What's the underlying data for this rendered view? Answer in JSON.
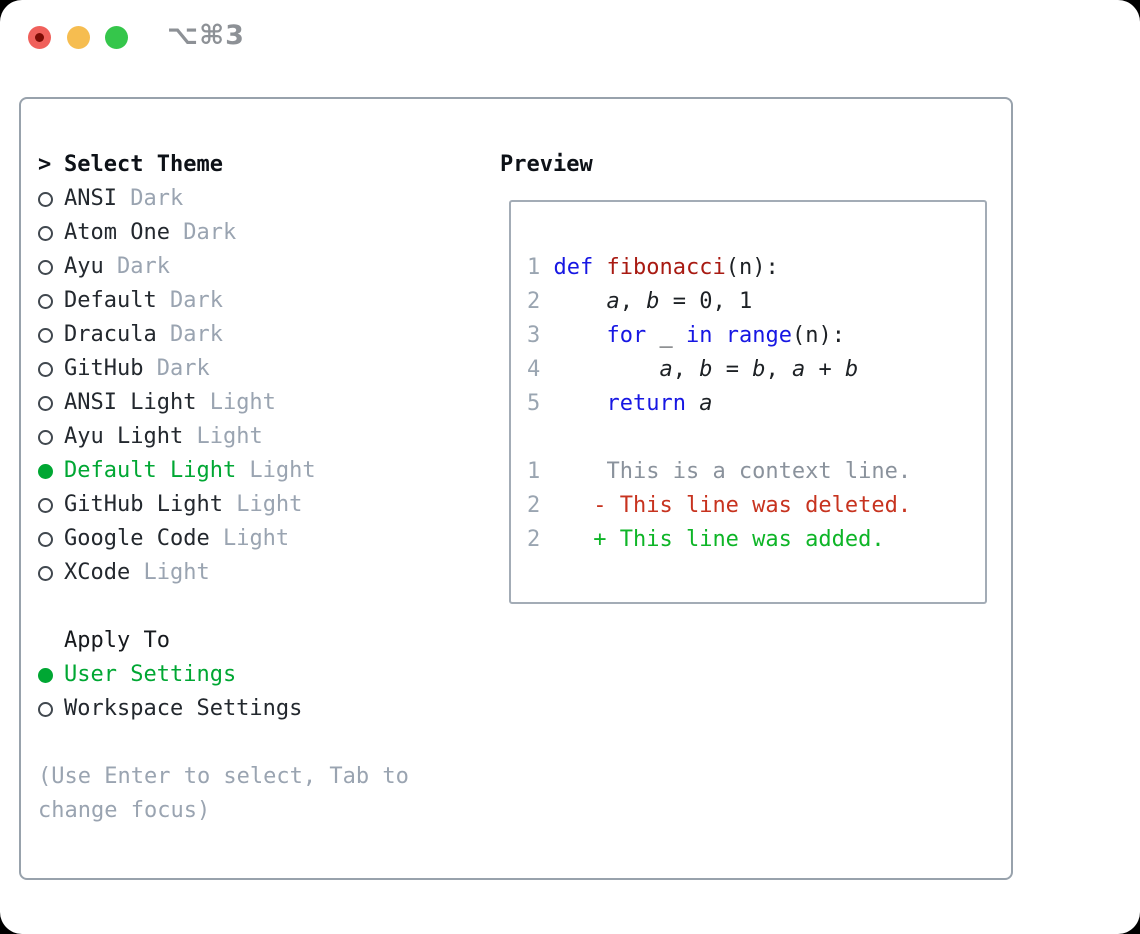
{
  "window": {
    "title": "⌥⌘3"
  },
  "theme_picker": {
    "prompt": ">",
    "header": "Select Theme",
    "themes": [
      {
        "name": "ANSI",
        "variant": "Dark",
        "selected": false
      },
      {
        "name": "Atom One",
        "variant": "Dark",
        "selected": false
      },
      {
        "name": "Ayu",
        "variant": "Dark",
        "selected": false
      },
      {
        "name": "Default",
        "variant": "Dark",
        "selected": false
      },
      {
        "name": "Dracula",
        "variant": "Dark",
        "selected": false
      },
      {
        "name": "GitHub",
        "variant": "Dark",
        "selected": false
      },
      {
        "name": "ANSI Light",
        "variant": "Light",
        "selected": false
      },
      {
        "name": "Ayu Light",
        "variant": "Light",
        "selected": false
      },
      {
        "name": "Default Light",
        "variant": "Light",
        "selected": true
      },
      {
        "name": "GitHub Light",
        "variant": "Light",
        "selected": false
      },
      {
        "name": "Google Code",
        "variant": "Light",
        "selected": false
      },
      {
        "name": "XCode",
        "variant": "Light",
        "selected": false
      }
    ]
  },
  "apply_to": {
    "header": "Apply To",
    "options": [
      {
        "name": "User Settings",
        "selected": true
      },
      {
        "name": "Workspace Settings",
        "selected": false
      }
    ]
  },
  "help_text": "(Use Enter to select, Tab to change focus)",
  "preview": {
    "header": "Preview",
    "lines": [
      [
        {
          "t": "1 ",
          "c": "num"
        },
        {
          "t": "def ",
          "c": "kw"
        },
        {
          "t": "fibonacci",
          "c": "fn"
        },
        {
          "t": "(n):",
          "c": "code"
        }
      ],
      [
        {
          "t": "2 ",
          "c": "num"
        },
        {
          "t": "    ",
          "c": "code"
        },
        {
          "t": "a",
          "c": "var"
        },
        {
          "t": ", ",
          "c": "code"
        },
        {
          "t": "b",
          "c": "var"
        },
        {
          "t": " = 0, 1",
          "c": "code"
        }
      ],
      [
        {
          "t": "3 ",
          "c": "num"
        },
        {
          "t": "    ",
          "c": "code"
        },
        {
          "t": "for",
          "c": "kw"
        },
        {
          "t": " _ ",
          "c": "code"
        },
        {
          "t": "in",
          "c": "kw"
        },
        {
          "t": " ",
          "c": "code"
        },
        {
          "t": "range",
          "c": "kw"
        },
        {
          "t": "(n):",
          "c": "code"
        }
      ],
      [
        {
          "t": "4 ",
          "c": "num"
        },
        {
          "t": "        ",
          "c": "code"
        },
        {
          "t": "a",
          "c": "var"
        },
        {
          "t": ", ",
          "c": "code"
        },
        {
          "t": "b",
          "c": "var"
        },
        {
          "t": " = ",
          "c": "code"
        },
        {
          "t": "b",
          "c": "var"
        },
        {
          "t": ", ",
          "c": "code"
        },
        {
          "t": "a",
          "c": "var"
        },
        {
          "t": " + ",
          "c": "code"
        },
        {
          "t": "b",
          "c": "var"
        }
      ],
      [
        {
          "t": "5 ",
          "c": "num"
        },
        {
          "t": "    ",
          "c": "code"
        },
        {
          "t": "return ",
          "c": "kw"
        },
        {
          "t": "a",
          "c": "var"
        }
      ],
      [],
      [
        {
          "t": "1     ",
          "c": "num"
        },
        {
          "t": "This is a context line.",
          "c": "ctx"
        }
      ],
      [
        {
          "t": "2    ",
          "c": "num"
        },
        {
          "t": "- This line was deleted.",
          "c": "del"
        }
      ],
      [
        {
          "t": "2    ",
          "c": "num"
        },
        {
          "t": "+ This line was added.",
          "c": "add"
        }
      ]
    ]
  },
  "colors": {
    "traffic_red": "#f0605b",
    "traffic_red_dot": "#7d0c05",
    "traffic_yellow": "#f6bd50",
    "traffic_green": "#35c64b",
    "title_gray": "#8d9196",
    "panel_border": "#98a2ac",
    "codebox_border": "#a3acb6",
    "text_dark": "#23282e",
    "text_code": "#1d2125",
    "muted_gray": "#9aa4b1",
    "line_num_gray": "#9aa5b1",
    "context_gray": "#8a929c",
    "ring_gray": "#41484f",
    "accent_green": "#00a733",
    "added_green": "#0eb527",
    "deleted_red": "#c7331f",
    "keyword_blue": "#1717e3",
    "function_red": "#a81a12"
  }
}
